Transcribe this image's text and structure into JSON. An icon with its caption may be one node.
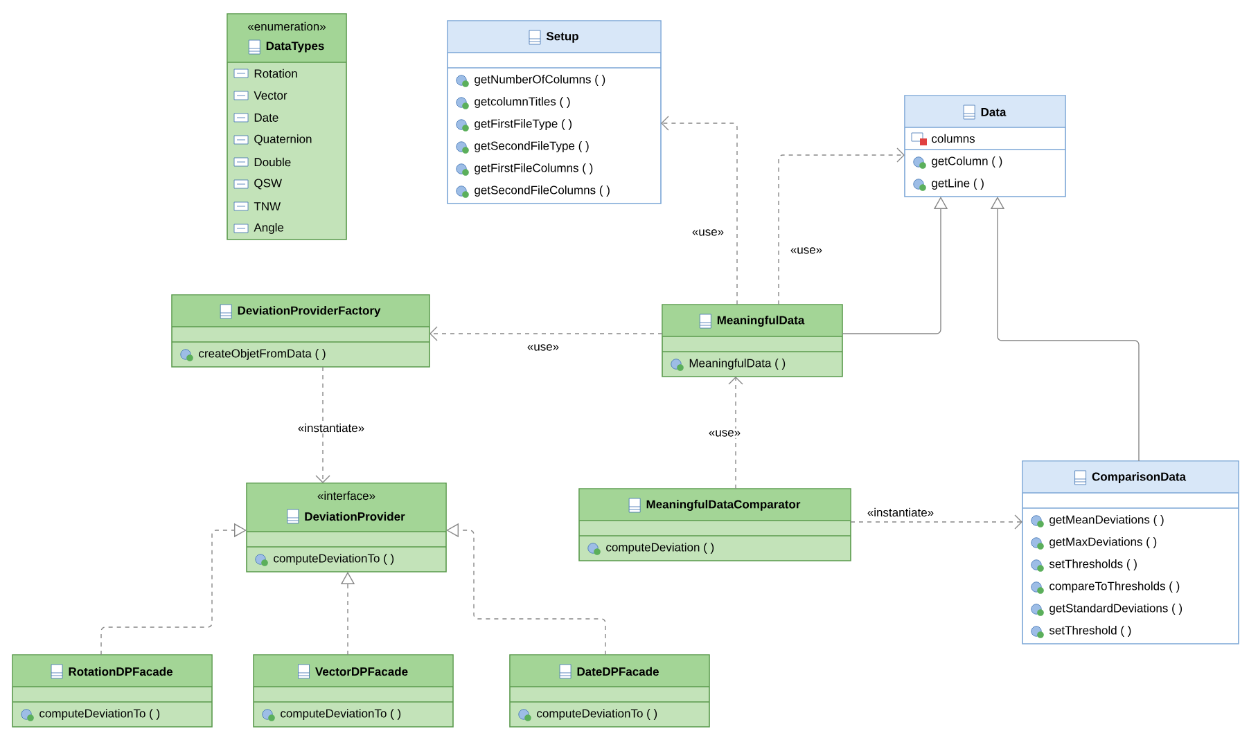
{
  "diagram": {
    "nodes": [
      {
        "text": [
          "«enumeration»",
          "DataTypes",
          "Rotation",
          "Vector",
          "Date",
          "Quaternion",
          "Double",
          "QSW",
          "TNW",
          "Angle"
        ]
      },
      {
        "text": [
          "Setup",
          "getNumberOfColumns ( )",
          "getcolumnTitles ( )",
          "getFirstFileType ( )",
          "getSecondFileType ( )",
          "getFirstFileColumns ( )",
          "getSecondFileColumns ( )"
        ]
      },
      {
        "text": [
          "Data",
          "columns",
          "getColumn ( )",
          "getLine ( )"
        ]
      },
      {
        "text": [
          "DeviationProviderFactory",
          "createObjetFromData ( )"
        ]
      },
      {
        "text": [
          "MeaningfulData",
          "MeaningfulData ( )"
        ]
      },
      {
        "text": [
          "«interface»",
          "DeviationProvider",
          "computeDeviationTo ( )"
        ]
      },
      {
        "text": [
          "MeaningfulDataComparator",
          "computeDeviation ( )"
        ]
      },
      {
        "text": [
          "ComparisonData",
          "getMeanDeviations ( )",
          "getMaxDeviations ( )",
          "setThresholds ( )",
          "compareToThresholds ( )",
          "getStandardDeviations ( )",
          "setThreshold ( )"
        ]
      },
      {
        "text": [
          "RotationDPFacade",
          "computeDeviationTo ( )"
        ]
      },
      {
        "text": [
          "VectorDPFacade",
          "computeDeviationTo ( )"
        ]
      },
      {
        "text": [
          "DateDPFacade",
          "computeDeviationTo ( )"
        ]
      }
    ],
    "edges": [
      {
        "from": 4,
        "to": 1,
        "arrow": "to",
        "style": "dashed",
        "label": "«use»"
      },
      {
        "from": 4,
        "to": 2,
        "arrow": "to",
        "style": "dashed",
        "label": "«use»"
      },
      {
        "from": 4,
        "to": 2,
        "arrow": "to"
      },
      {
        "from": 7,
        "to": 2,
        "arrow": "to"
      },
      {
        "from": 4,
        "to": 3,
        "arrow": "to",
        "style": "dashed",
        "label": "«use»"
      },
      {
        "from": 6,
        "to": 4,
        "arrow": "to",
        "style": "dashed",
        "label": "«use»"
      },
      {
        "from": 3,
        "to": 5,
        "arrow": "to",
        "style": "dashed",
        "label": "«instantiate»"
      },
      {
        "from": 6,
        "to": 7,
        "arrow": "to",
        "style": "dashed",
        "label": "«instantiate»"
      },
      {
        "from": 8,
        "to": 5,
        "arrow": "to",
        "style": "dashed"
      },
      {
        "from": 9,
        "to": 5,
        "arrow": "to",
        "style": "dashed"
      },
      {
        "from": 10,
        "to": 5,
        "arrow": "to",
        "style": "dashed"
      }
    ]
  }
}
